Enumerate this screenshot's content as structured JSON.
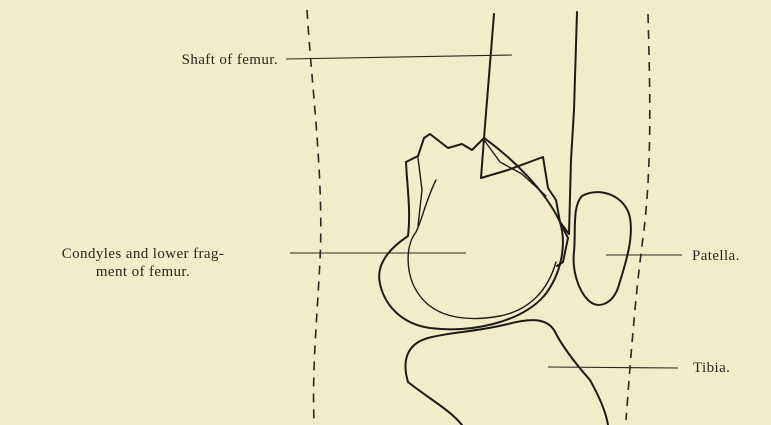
{
  "labels": {
    "shaft": "Shaft of femur.",
    "condyles_line1": "Condyles and lower frag-",
    "condyles_line2": "ment of femur.",
    "patella": "Patella.",
    "tibia": "Tibia."
  },
  "colors": {
    "paper": "#f3ecca",
    "ink": "#1e1b17"
  }
}
